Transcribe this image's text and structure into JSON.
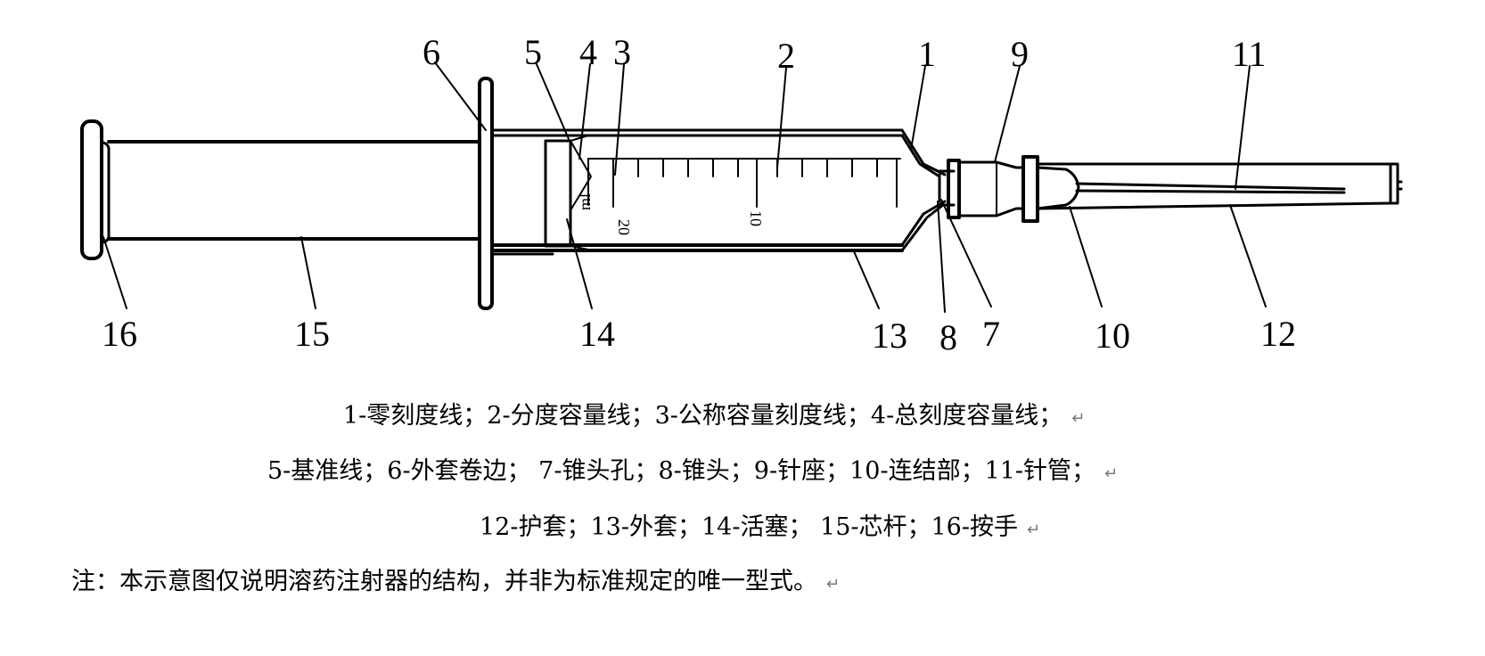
{
  "diagram": {
    "callouts": [
      {
        "id": "6",
        "label": "6"
      },
      {
        "id": "5",
        "label": "5"
      },
      {
        "id": "4",
        "label": "4"
      },
      {
        "id": "3",
        "label": "3"
      },
      {
        "id": "2",
        "label": "2"
      },
      {
        "id": "1",
        "label": "1"
      },
      {
        "id": "9",
        "label": "9"
      },
      {
        "id": "11",
        "label": "11"
      },
      {
        "id": "16",
        "label": "16"
      },
      {
        "id": "15",
        "label": "15"
      },
      {
        "id": "14",
        "label": "14"
      },
      {
        "id": "13",
        "label": "13"
      },
      {
        "id": "8",
        "label": "8"
      },
      {
        "id": "7",
        "label": "7"
      },
      {
        "id": "10",
        "label": "10"
      },
      {
        "id": "12",
        "label": "12"
      }
    ],
    "scale_labels": {
      "ml": "ml",
      "twenty": "20",
      "ten": "10"
    }
  },
  "legend": {
    "line1": "1-零刻度线；2-分度容量线；3-公称容量刻度线；4-总刻度容量线；",
    "line2": "5-基准线；6-外套卷边；  7-锥头孔；8-锥头；9-针座；10-连结部；11-针管；",
    "line3": "12-护套；13-外套；14-活塞；  15-芯杆；16-按手",
    "paragraph_mark": "↵"
  },
  "note": {
    "text": "注：本示意图仅说明溶药注射器的结构，并非为标准规定的唯一型式。"
  }
}
